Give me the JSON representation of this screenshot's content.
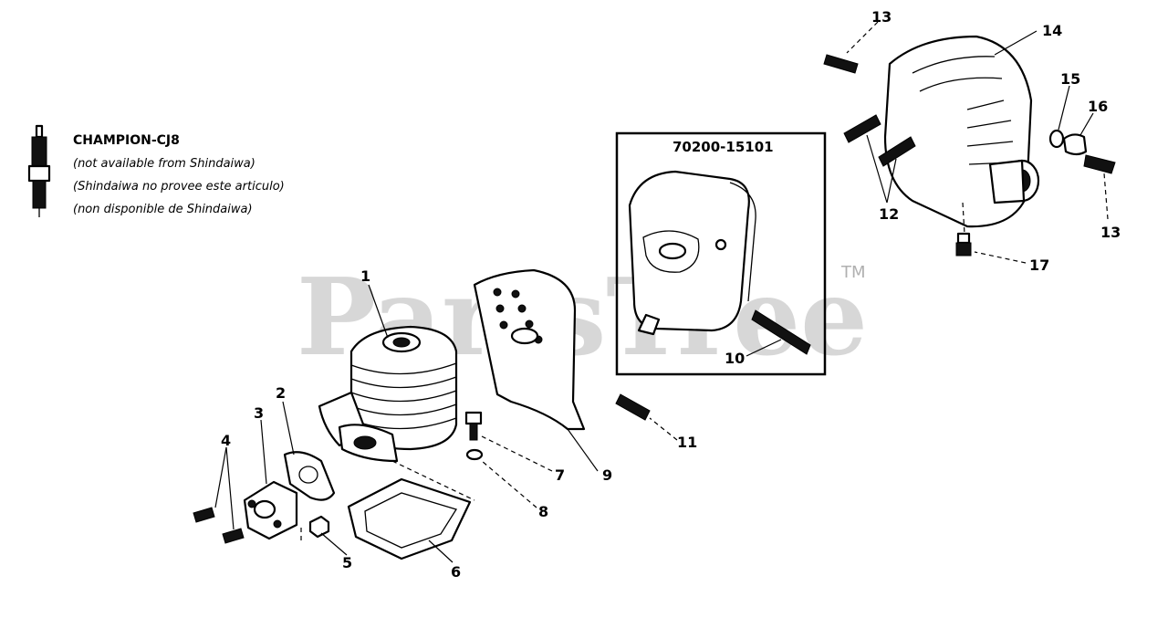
{
  "watermark": {
    "text": "PartsTree",
    "trademark": "TM"
  },
  "spark_plug_note": {
    "heading": "CHAMPION-CJ8",
    "lines": [
      "(not available from Shindaiwa)",
      "(Shindaiwa no provee este articulo)",
      "(non disponible de Shindaiwa)"
    ]
  },
  "muffler_kit": {
    "part_number": "70200-15101"
  },
  "callouts": {
    "c1": "1",
    "c2": "2",
    "c3": "3",
    "c4": "4",
    "c5": "5",
    "c6": "6",
    "c7": "7",
    "c8": "8",
    "c9": "9",
    "c10": "10",
    "c11": "11",
    "c12": "12",
    "c13a": "13",
    "c13b": "13",
    "c14": "14",
    "c15": "15",
    "c16": "16",
    "c17": "17"
  }
}
